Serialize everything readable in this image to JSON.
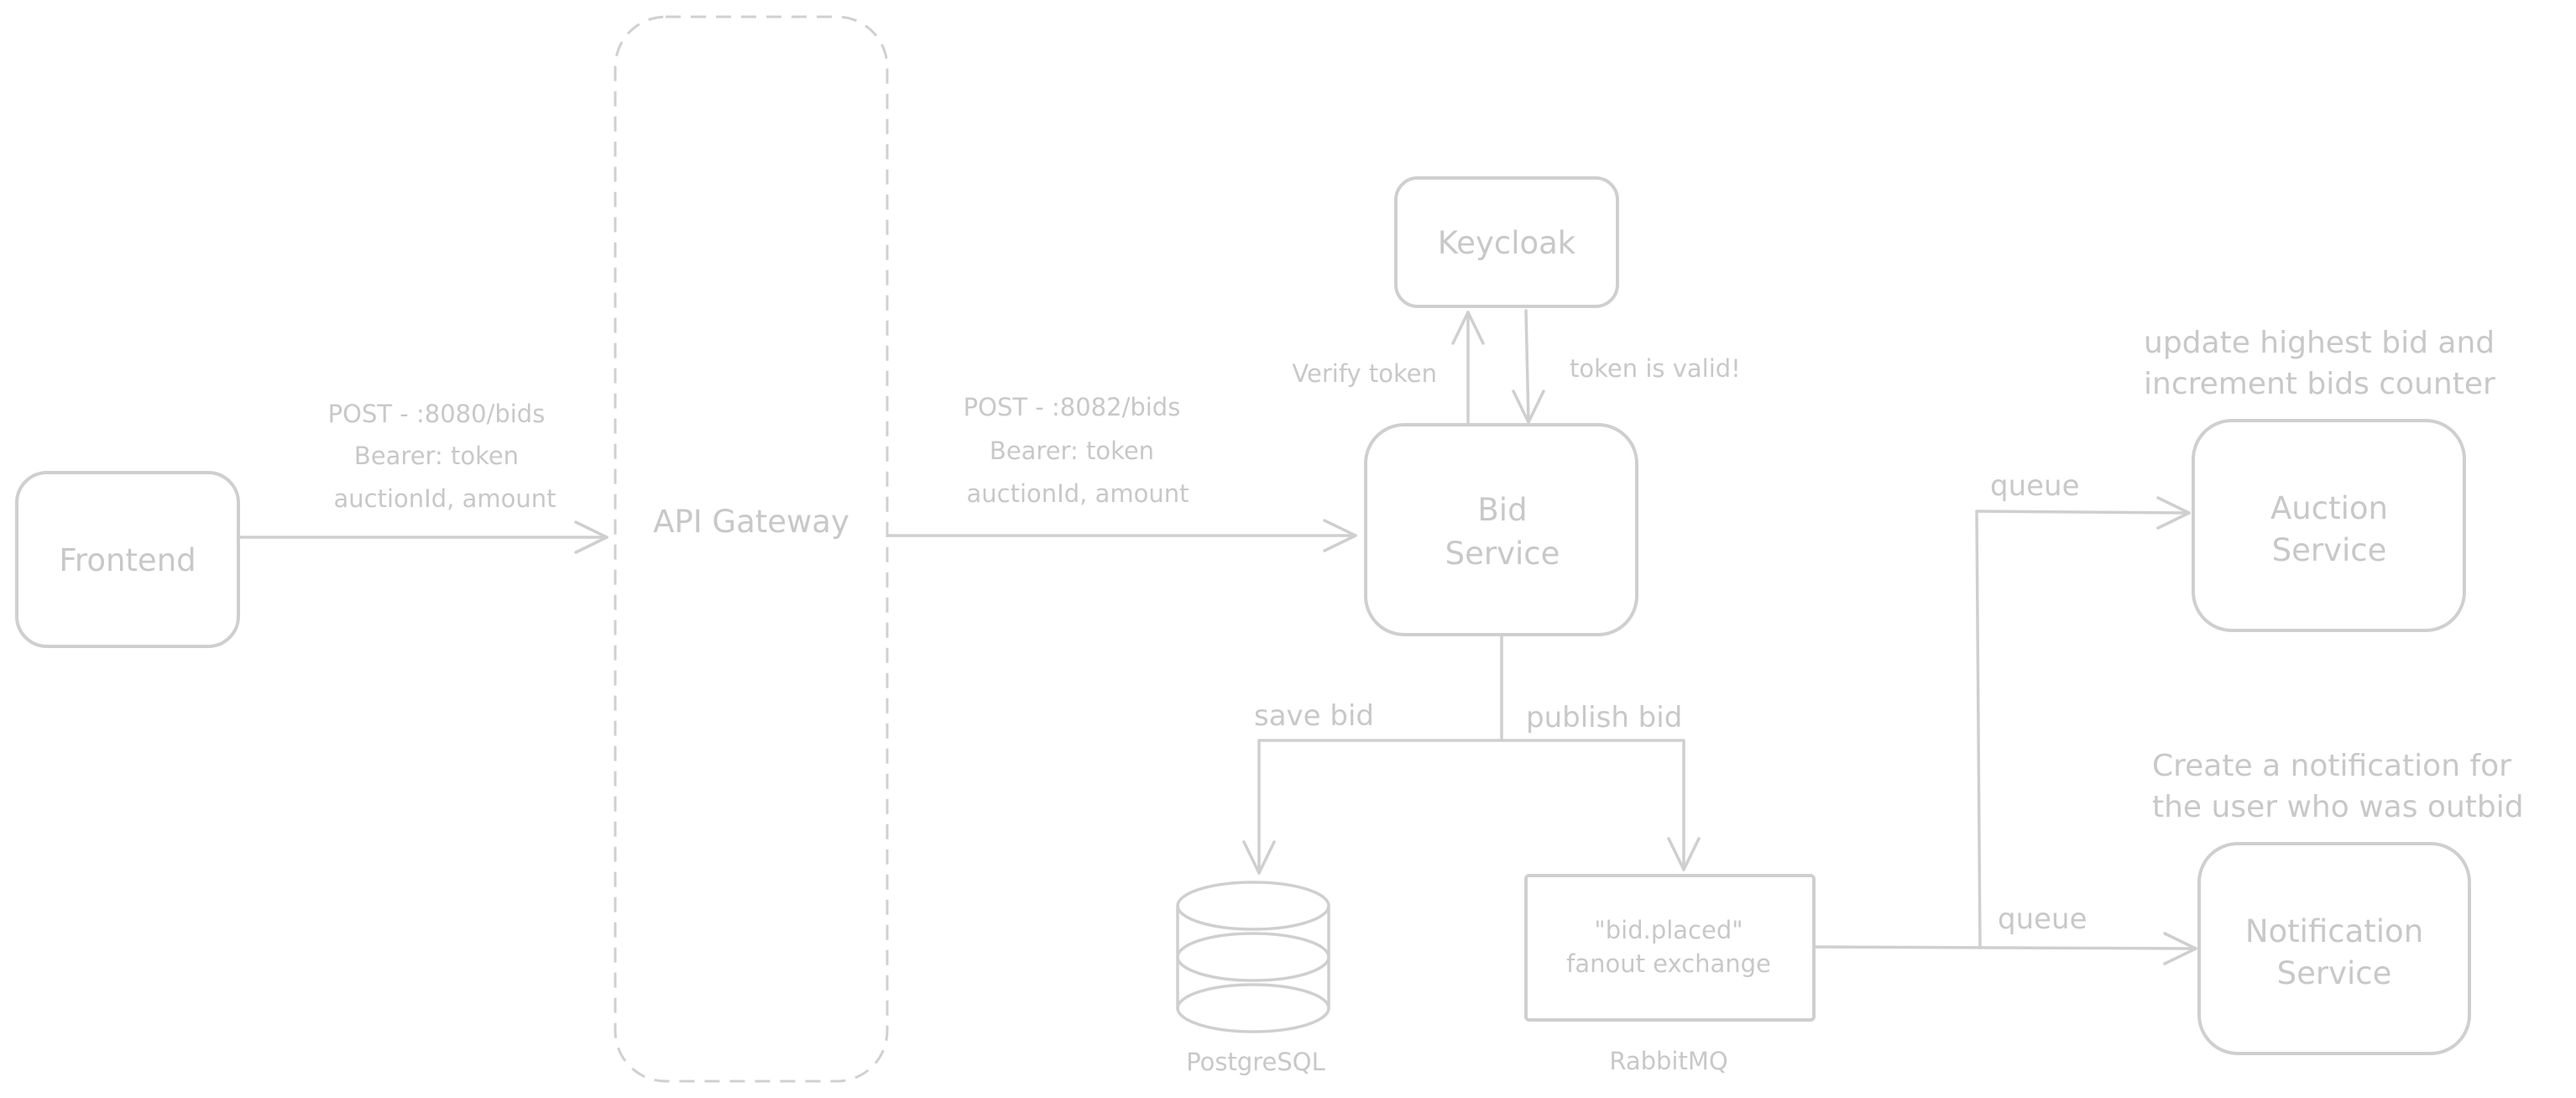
{
  "nodes": {
    "frontend": "Frontend",
    "api_gateway": "API Gateway",
    "keycloak": "Keycloak",
    "bid_service": [
      "Bid",
      "Service"
    ],
    "auction_service": [
      "Auction",
      "Service"
    ],
    "notification_service": [
      "Notification",
      "Service"
    ],
    "exchange": [
      "\"bid.placed\"",
      "fanout exchange"
    ],
    "postgres": "PostgreSQL",
    "rabbitmq": "RabbitMQ"
  },
  "edges": {
    "frontend_to_gateway": [
      "POST - :8080/bids",
      "Bearer: token",
      "auctionId, amount"
    ],
    "gateway_to_bid": [
      "POST - :8082/bids",
      "Bearer: token",
      "auctionId, amount"
    ],
    "verify_token": "Verify token",
    "token_valid": "token is valid!",
    "save_bid": "save bid",
    "publish_bid": "publish bid",
    "queue_auction": "queue",
    "queue_notification": "queue"
  },
  "notes": {
    "auction": [
      "update highest bid and",
      "increment bids counter"
    ],
    "notification": [
      "Create a notification for",
      "the user who was outbid"
    ]
  }
}
